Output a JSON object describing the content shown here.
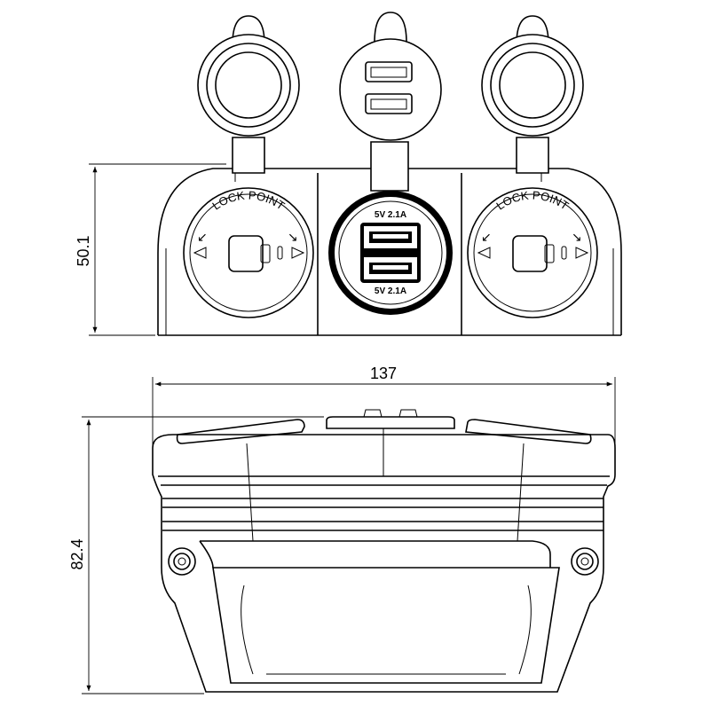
{
  "dimensions": {
    "top_height": "50.1",
    "width": "137",
    "bottom_height": "82.4"
  },
  "top_view": {
    "left_socket_label": "LOCK POINT",
    "right_socket_label": "LOCK POINT",
    "usb_port_top": "5V 2.1A",
    "usb_port_bottom": "5V 2.1A"
  },
  "icons": [
    "lock-arrow-left-icon",
    "lock-arrow-right-icon",
    "triangle-marker-icon",
    "usb-port-icon",
    "screw-hole-icon"
  ]
}
